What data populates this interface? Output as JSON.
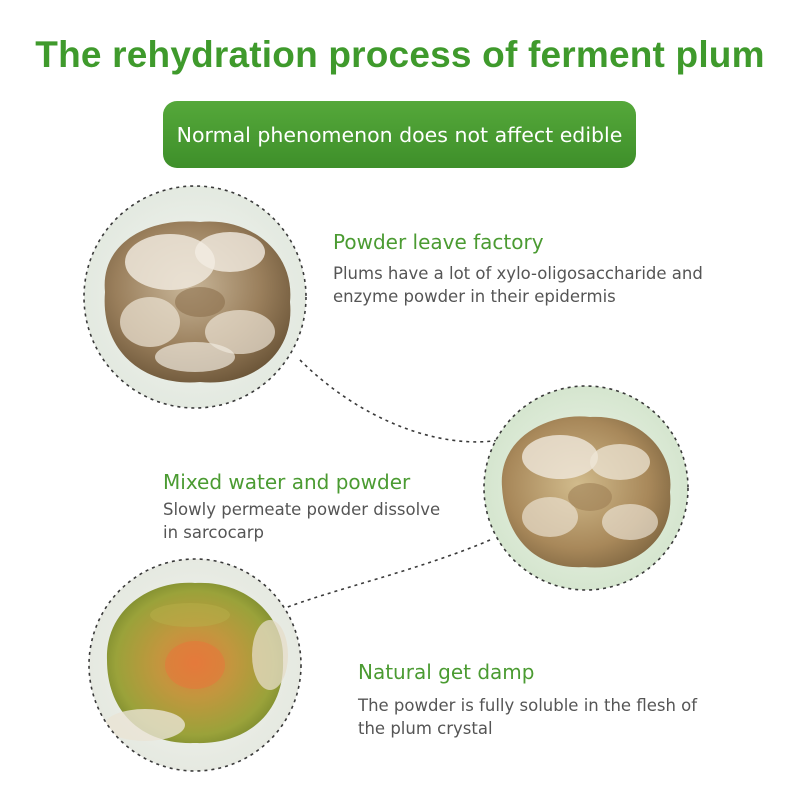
{
  "title": "The rehydration process of ferment plum",
  "banner": "Normal phenomenon does not affect edible",
  "colors": {
    "accent": "#3f9a2c",
    "banner": "#4a9c33",
    "text": "#555555"
  },
  "steps": [
    {
      "heading": "Powder leave factory",
      "line1": "Plums have a lot of xylo-oligosaccharide and",
      "line2": "enzyme powder in their epidermis"
    },
    {
      "heading": "Mixed water and powder",
      "line1": "Slowly permeate powder dissolve",
      "line2": "in sarcocarp"
    },
    {
      "heading": "Natural get damp",
      "line1": "The powder is fully soluble in the flesh of",
      "line2": "the plum crystal"
    }
  ]
}
